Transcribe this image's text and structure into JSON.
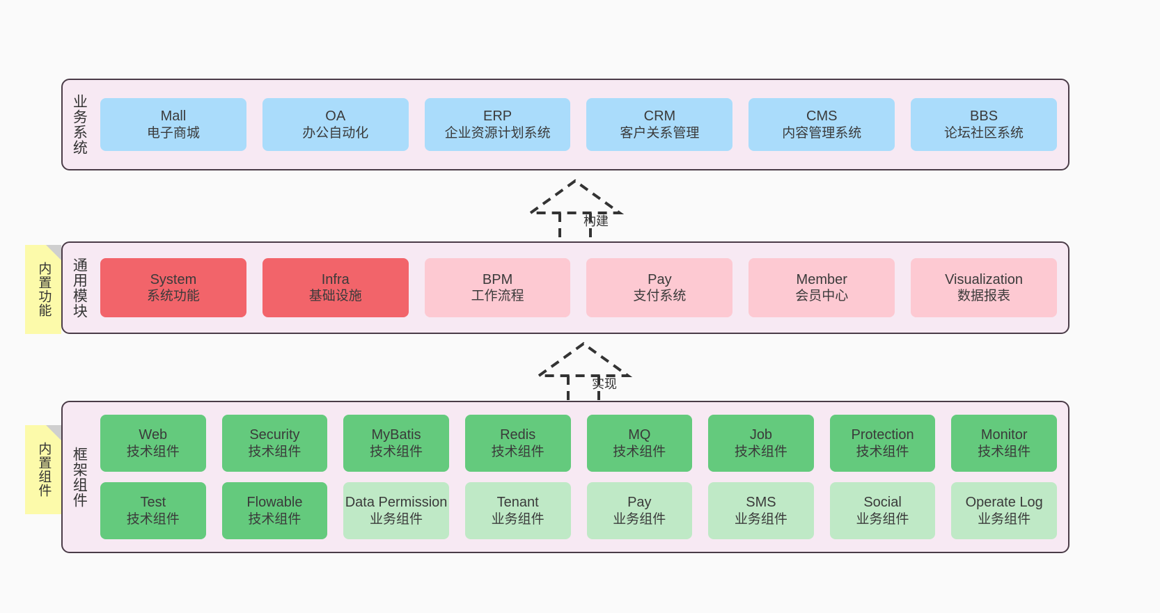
{
  "diagram": {
    "title": "系统架构图",
    "colors": {
      "layer_bg": "#f7e9f3",
      "layer_border": "#4a3b47",
      "note_bg": "#fcfaaa",
      "note_fold": "#cfcfcf",
      "blue": "#aadcfb",
      "red": "#f2646a",
      "pink": "#fdc9d2",
      "green": "#64ca7d",
      "light_green": "#bfe9c6",
      "canvas_bg": "#fafafa"
    }
  },
  "layers": [
    {
      "id": "business-system",
      "label": "业务系统",
      "note": null,
      "rows": [
        [
          {
            "title": "Mall",
            "sub": "电子商城",
            "color": "c-blue"
          },
          {
            "title": "OA",
            "sub": "办公自动化",
            "color": "c-blue"
          },
          {
            "title": "ERP",
            "sub": "企业资源计划系统",
            "color": "c-blue"
          },
          {
            "title": "CRM",
            "sub": "客户关系管理",
            "color": "c-blue"
          },
          {
            "title": "CMS",
            "sub": "内容管理系统",
            "color": "c-blue"
          },
          {
            "title": "BBS",
            "sub": "论坛社区系统",
            "color": "c-blue"
          }
        ]
      ]
    },
    {
      "id": "common-module",
      "label": "通用模块",
      "note": "内置功能",
      "rows": [
        [
          {
            "title": "System",
            "sub": "系统功能",
            "color": "c-red"
          },
          {
            "title": "Infra",
            "sub": "基础设施",
            "color": "c-red"
          },
          {
            "title": "BPM",
            "sub": "工作流程",
            "color": "c-pink"
          },
          {
            "title": "Pay",
            "sub": "支付系统",
            "color": "c-pink"
          },
          {
            "title": "Member",
            "sub": "会员中心",
            "color": "c-pink"
          },
          {
            "title": "Visualization",
            "sub": "数据报表",
            "color": "c-pink"
          }
        ]
      ]
    },
    {
      "id": "framework-component",
      "label": "框架组件",
      "note": "内置组件",
      "rows": [
        [
          {
            "title": "Web",
            "sub": "技术组件",
            "color": "c-green"
          },
          {
            "title": "Security",
            "sub": "技术组件",
            "color": "c-green"
          },
          {
            "title": "MyBatis",
            "sub": "技术组件",
            "color": "c-green"
          },
          {
            "title": "Redis",
            "sub": "技术组件",
            "color": "c-green"
          },
          {
            "title": "MQ",
            "sub": "技术组件",
            "color": "c-green"
          },
          {
            "title": "Job",
            "sub": "技术组件",
            "color": "c-green"
          },
          {
            "title": "Protection",
            "sub": "技术组件",
            "color": "c-green"
          },
          {
            "title": "Monitor",
            "sub": "技术组件",
            "color": "c-green"
          }
        ],
        [
          {
            "title": "Test",
            "sub": "技术组件",
            "color": "c-green"
          },
          {
            "title": "Flowable",
            "sub": "技术组件",
            "color": "c-green"
          },
          {
            "title": "Data Permission",
            "sub": "业务组件",
            "color": "c-lightgreen"
          },
          {
            "title": "Tenant",
            "sub": "业务组件",
            "color": "c-lightgreen"
          },
          {
            "title": "Pay",
            "sub": "业务组件",
            "color": "c-lightgreen"
          },
          {
            "title": "SMS",
            "sub": "业务组件",
            "color": "c-lightgreen"
          },
          {
            "title": "Social",
            "sub": "业务组件",
            "color": "c-lightgreen"
          },
          {
            "title": "Operate Log",
            "sub": "业务组件",
            "color": "c-lightgreen"
          }
        ]
      ]
    }
  ],
  "connectors": [
    {
      "id": "build",
      "label": "构建",
      "from": "common-module",
      "to": "business-system"
    },
    {
      "id": "implement",
      "label": "实现",
      "from": "framework-component",
      "to": "common-module"
    }
  ]
}
